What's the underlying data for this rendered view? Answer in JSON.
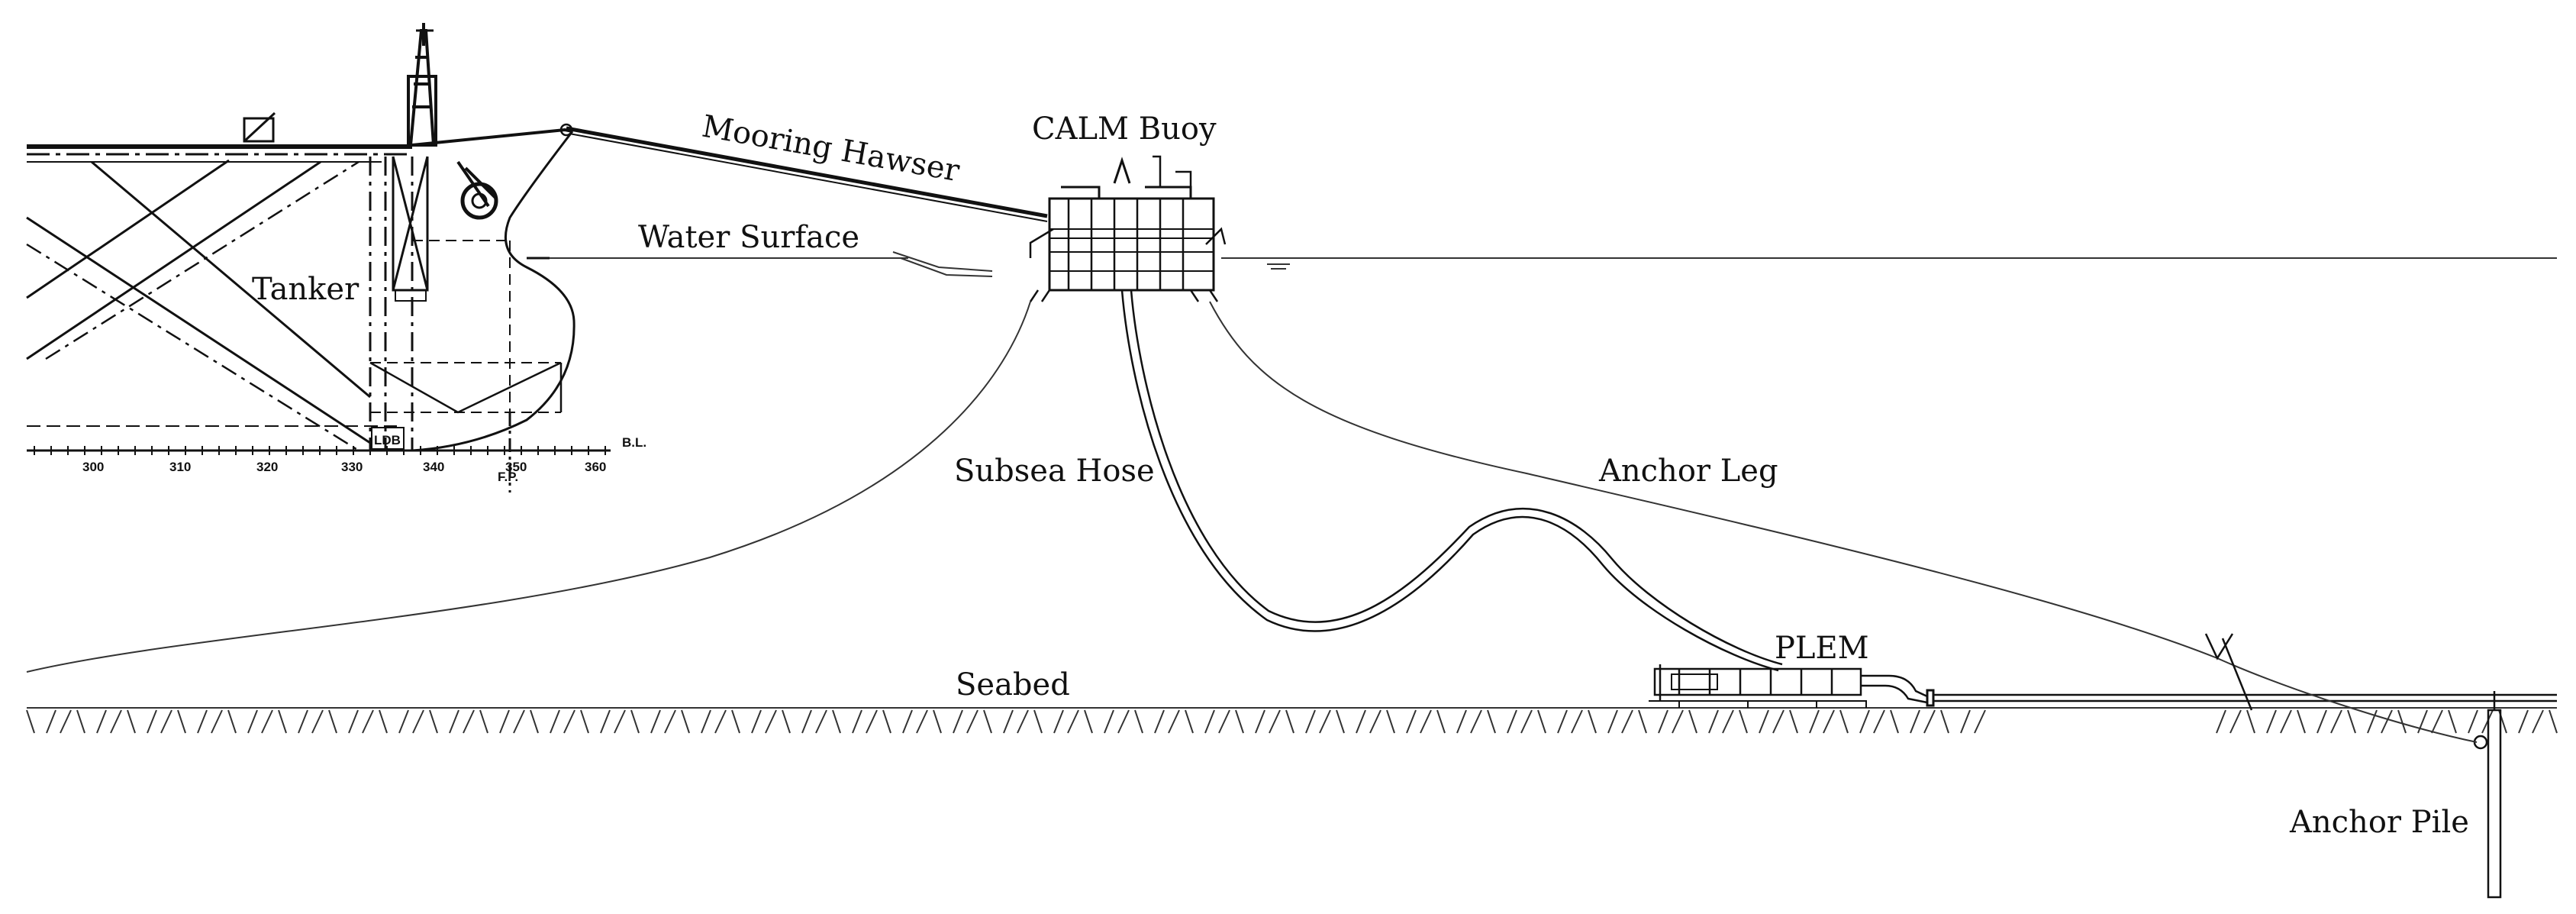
{
  "labels": {
    "mooring_hawser": "Mooring Hawser",
    "calm_buoy": "CALM Buoy",
    "water_surface": "Water Surface",
    "tanker": "Tanker",
    "subsea_hose": "Subsea Hose",
    "anchor_leg": "Anchor Leg",
    "plem": "PLEM",
    "seabed": "Seabed",
    "anchor_pile": "Anchor Pile",
    "baseline": "B.L.",
    "forward_perpendicular": "F.P.",
    "ldb": "LDB"
  },
  "station_ticks": [
    "300",
    "310",
    "320",
    "330",
    "340",
    "350",
    "360"
  ]
}
